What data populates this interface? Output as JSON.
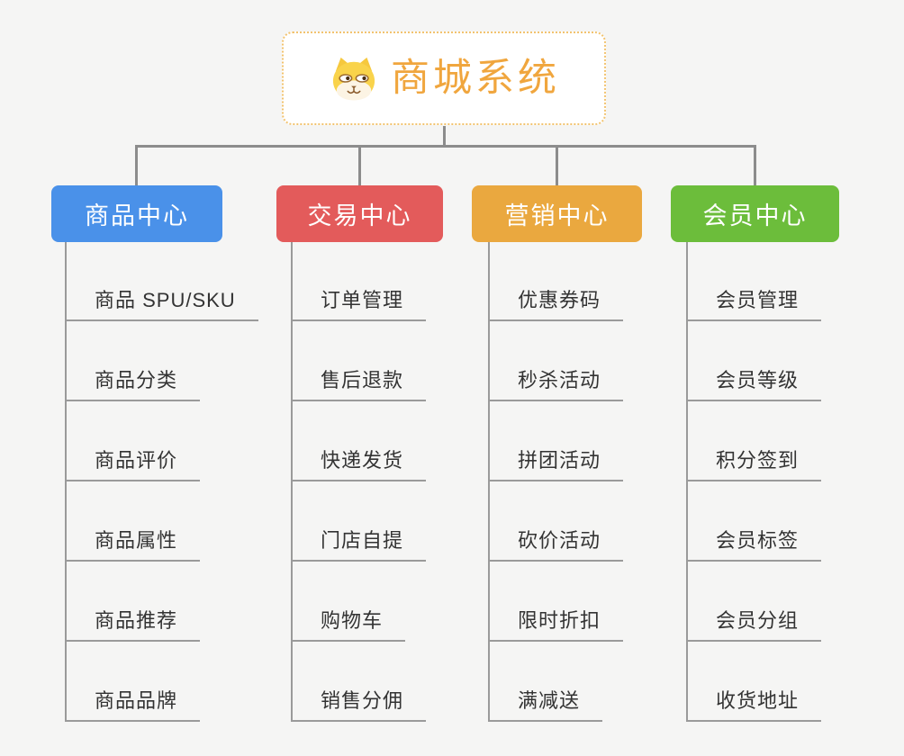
{
  "theme": {
    "canvas_bg": "#F5F5F4",
    "connector_color": "#8C8C8C",
    "line_color": "#9A9A9A",
    "leaf_text_color": "#333333",
    "branch_text_color": "#FFFFFF",
    "root_bg": "#FFFFFF"
  },
  "root": {
    "title": "商城系统",
    "icon": "dog-face-icon",
    "accent_color": "#F0A63E",
    "border_color": "#F2C36F"
  },
  "branches": [
    {
      "id": "product-center",
      "label": "商品中心",
      "color": "#4A91E9",
      "children": [
        "商品 SPU/SKU",
        "商品分类",
        "商品评价",
        "商品属性",
        "商品推荐",
        "商品品牌"
      ]
    },
    {
      "id": "trade-center",
      "label": "交易中心",
      "color": "#E35B5B",
      "children": [
        "订单管理",
        "售后退款",
        "快递发货",
        "门店自提",
        "购物车",
        "销售分佣"
      ]
    },
    {
      "id": "marketing-center",
      "label": "营销中心",
      "color": "#EAA83F",
      "children": [
        "优惠券码",
        "秒杀活动",
        "拼团活动",
        "砍价活动",
        "限时折扣",
        "满减送"
      ]
    },
    {
      "id": "member-center",
      "label": "会员中心",
      "color": "#6CBD3B",
      "children": [
        "会员管理",
        "会员等级",
        "积分签到",
        "会员标签",
        "会员分组",
        "收货地址"
      ]
    }
  ]
}
